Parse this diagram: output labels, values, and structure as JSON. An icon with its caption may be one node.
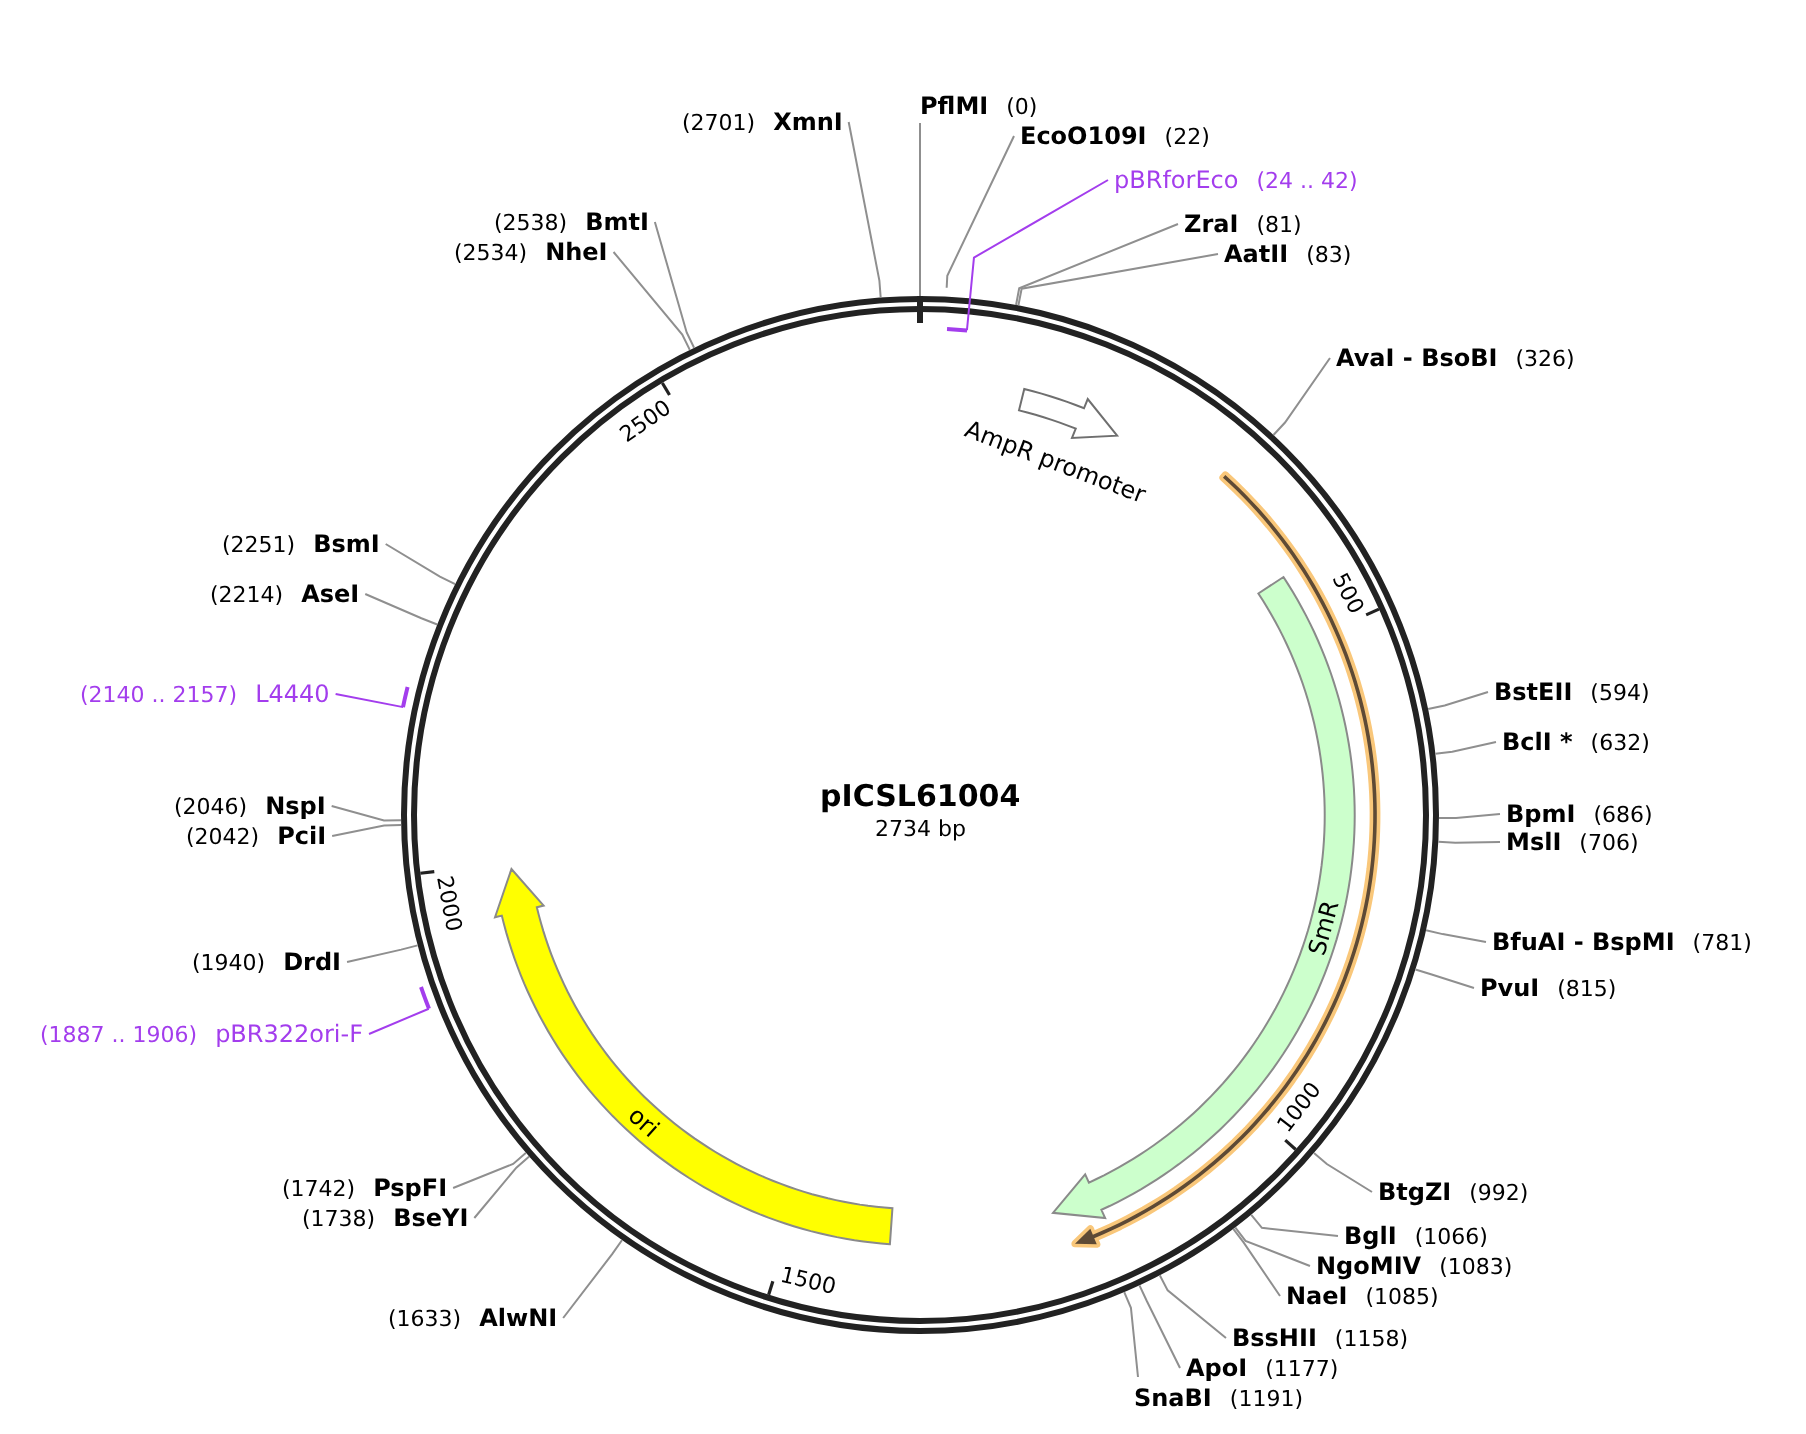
{
  "diagram": {
    "title": "pICSL61004",
    "nodes": [
      {
        "text": [
          "PflMI",
          "(0)"
        ]
      },
      {
        "text": [
          "EcoO109I",
          "(22)"
        ]
      },
      {
        "text": [
          "pBRforEco",
          "(24 .. 42)"
        ]
      },
      {
        "text": [],
        "shape": "bar"
      },
      {
        "text": [
          "ZraI",
          "(81)"
        ]
      },
      {
        "text": [
          "AatII",
          "(83)"
        ]
      },
      {
        "text": [
          "AmpR promoter"
        ]
      },
      {
        "text": [
          "AvaI - BsoBI",
          "(326)"
        ]
      },
      {
        "text": [],
        "shape": "arrow"
      },
      {
        "text": [
          "SmR"
        ]
      },
      {
        "text": [
          "BstEII",
          "(594)"
        ]
      },
      {
        "text": [
          "BclI *",
          "(632)"
        ]
      },
      {
        "text": [
          "BpmI",
          "(686)"
        ]
      },
      {
        "text": [
          "MslI",
          "(706)"
        ]
      },
      {
        "text": [
          "BfuAI - BspMI",
          "(781)"
        ]
      },
      {
        "text": [
          "PvuI",
          "(815)"
        ]
      },
      {
        "text": [
          "BtgZI",
          "(992)"
        ]
      },
      {
        "text": [
          "BglI",
          "(1066)"
        ]
      },
      {
        "text": [
          "NgoMIV",
          "(1083)"
        ]
      },
      {
        "text": [
          "NaeI",
          "(1085)"
        ]
      },
      {
        "text": [
          "BssHII",
          "(1158)"
        ]
      },
      {
        "text": [
          "ApoI",
          "(1177)"
        ]
      },
      {
        "text": [
          "SnaBI",
          "(1191)"
        ]
      },
      {
        "text": [
          "(1633)",
          "AlwNI"
        ]
      },
      {
        "text": [
          "(1738)",
          "BseYI"
        ]
      },
      {
        "text": [
          "(1742)",
          "PspFI"
        ]
      },
      {
        "text": [
          "ori"
        ]
      },
      {
        "text": [],
        "shape": "bar"
      },
      {
        "text": [
          "(1887 .. 1906)",
          "pBR322ori-F"
        ]
      },
      {
        "text": [
          "(1940)",
          "DrdI"
        ]
      },
      {
        "text": [
          "(2042)",
          "PciI"
        ]
      },
      {
        "text": [
          "(2046)",
          "NspI"
        ]
      },
      {
        "text": [],
        "shape": "bar"
      },
      {
        "text": [
          "(2140 .. 2157)",
          "L4440"
        ]
      },
      {
        "text": [
          "(2214)",
          "AseI"
        ]
      },
      {
        "text": [
          "(2251)",
          "BsmI"
        ]
      },
      {
        "text": [
          "(2534)",
          "NheI"
        ]
      },
      {
        "text": [
          "(2538)",
          "BmtI"
        ]
      },
      {
        "text": [
          "(2701)",
          "XmnI"
        ]
      }
    ],
    "edges": [
      {
        "from": 0,
        "to": null,
        "arrow": "none"
      },
      {
        "from": 1,
        "to": null,
        "arrow": "none"
      },
      {
        "from": 2,
        "to": 3,
        "arrow": "none",
        "color": "#a33ded"
      },
      {
        "from": 4,
        "to": null,
        "arrow": "none"
      },
      {
        "from": 5,
        "to": null,
        "arrow": "none"
      },
      {
        "from": 7,
        "to": null,
        "arrow": "none"
      },
      {
        "from": 10,
        "to": null,
        "arrow": "none"
      },
      {
        "from": 11,
        "to": null,
        "arrow": "none"
      },
      {
        "from": 12,
        "to": null,
        "arrow": "none"
      },
      {
        "from": 13,
        "to": null,
        "arrow": "none"
      },
      {
        "from": 14,
        "to": null,
        "arrow": "none"
      },
      {
        "from": 15,
        "to": null,
        "arrow": "none"
      },
      {
        "from": 16,
        "to": null,
        "arrow": "none"
      },
      {
        "from": 17,
        "to": null,
        "arrow": "none"
      },
      {
        "from": 18,
        "to": null,
        "arrow": "none"
      },
      {
        "from": 19,
        "to": null,
        "arrow": "none"
      },
      {
        "from": 20,
        "to": null,
        "arrow": "none"
      },
      {
        "from": 21,
        "to": null,
        "arrow": "none"
      },
      {
        "from": 22,
        "to": null,
        "arrow": "none"
      },
      {
        "from": 23,
        "to": null,
        "arrow": "none"
      },
      {
        "from": 24,
        "to": null,
        "arrow": "none"
      },
      {
        "from": 25,
        "to": null,
        "arrow": "none"
      },
      {
        "from": 28,
        "to": 27,
        "arrow": "none",
        "color": "#a33ded"
      },
      {
        "from": 29,
        "to": null,
        "arrow": "none"
      },
      {
        "from": 30,
        "to": null,
        "arrow": "none"
      },
      {
        "from": 31,
        "to": null,
        "arrow": "none"
      },
      {
        "from": 33,
        "to": 32,
        "arrow": "none",
        "color": "#a33ded"
      },
      {
        "from": 34,
        "to": null,
        "arrow": "none"
      },
      {
        "from": 35,
        "to": null,
        "arrow": "none"
      },
      {
        "from": 36,
        "to": null,
        "arrow": "none"
      },
      {
        "from": 37,
        "to": null,
        "arrow": "none"
      },
      {
        "from": 38,
        "to": null,
        "arrow": "none"
      }
    ],
    "labels": [
      "2734 bp",
      "500",
      "1000",
      "1500",
      "2000",
      "2500"
    ]
  }
}
